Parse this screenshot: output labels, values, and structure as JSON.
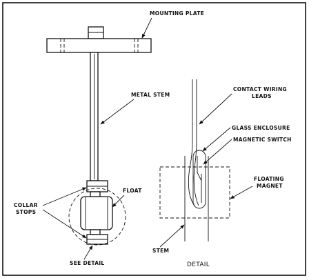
{
  "labels": {
    "mounting_plate": "MOUNTING PLATE",
    "metal_stem": "METAL STEM",
    "float": "FLOAT",
    "collar_stops_line1": "COLLAR",
    "collar_stops_line2": "STOPS",
    "see_detail": "SEE DETAIL",
    "contact_wiring_line1": "CONTACT WIRING",
    "contact_wiring_line2": "LEADS",
    "glass_enclosure": "GLASS ENCLOSURE",
    "magnetic_switch": "MAGNETIC SWITCH",
    "floating_magnet_line1": "FLOATING",
    "floating_magnet_line2": "MAGNET",
    "stem": "STEM",
    "detail": "DETAIL"
  }
}
